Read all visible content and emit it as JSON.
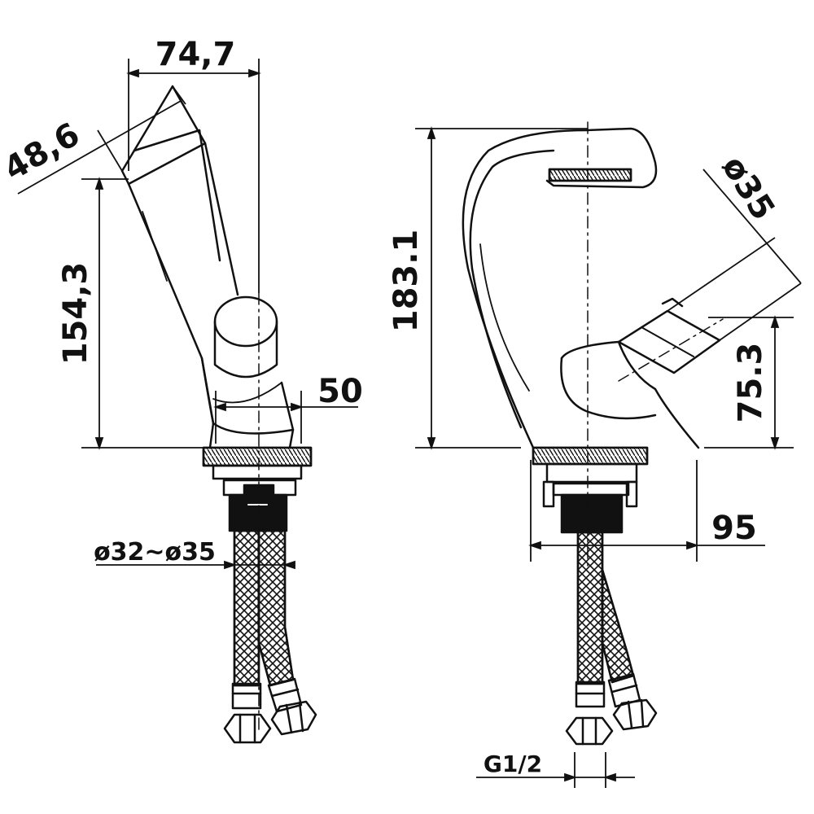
{
  "colors": {
    "ink": "#111111",
    "paper": "#ffffff",
    "shade": "#1a1a1a"
  },
  "left_view": {
    "dim_width": "74,7",
    "dim_spout_tip": "48,6",
    "dim_height": "154,3",
    "dim_base": "50",
    "dim_hole": "ø32~ø35"
  },
  "right_view": {
    "dim_height": "183.1",
    "dim_handle": "ø35",
    "dim_handle_height": "75.3",
    "dim_reach": "95",
    "dim_thread": "G1/2"
  }
}
